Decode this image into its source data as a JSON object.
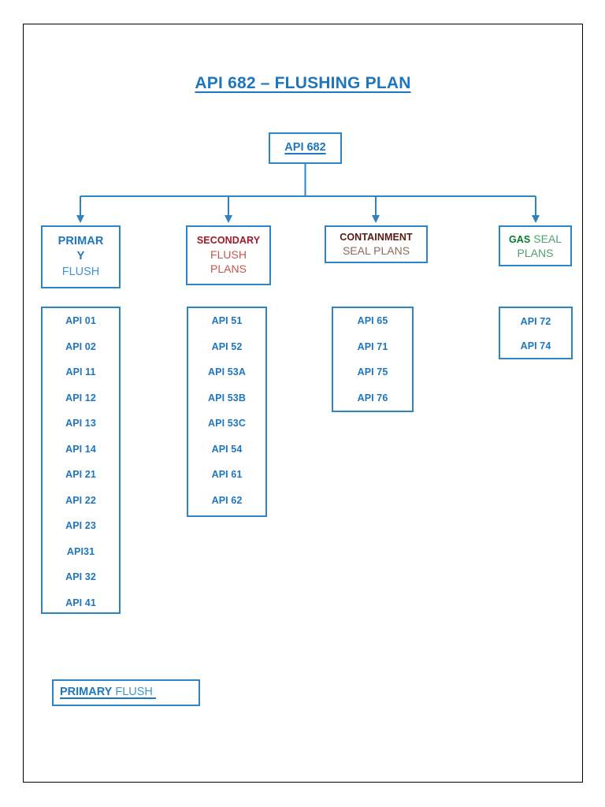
{
  "document": {
    "title": "API 682 – FLUSHING PLAN",
    "border_color": "#000000"
  },
  "theme": {
    "box_border": "#2E83C4",
    "connector": "#2E83C4",
    "blue_bold": "#1F76BC",
    "blue_light": "#3E93D2",
    "red_bold": "#A0192B",
    "red_light": "#C4564F",
    "brown_bold": "#5B1A12",
    "brown_light": "#8A6B5E",
    "green_bold": "#047A2C",
    "green_light": "#53A06C"
  },
  "root": {
    "label": "API 682"
  },
  "categories": [
    {
      "id": "primary",
      "header_strong": "PRIMAR",
      "header_strong_line2": "Y",
      "header_light": "FLUSH",
      "accent_strong": "#1F76BC",
      "accent_light": "#3E93D2",
      "plans": [
        "API 01",
        "API 02",
        "API 11",
        "API 12",
        "API 13",
        "API 14",
        "API 21",
        "API 22",
        "API 23",
        "API31",
        "API 32",
        "API 41"
      ]
    },
    {
      "id": "secondary",
      "header_strong": "SECONDARY",
      "header_light_line1": "FLUSH",
      "header_light_line2": "PLANS",
      "accent_strong": "#A0192B",
      "accent_light": "#C4564F",
      "plans": [
        "API 51",
        "API 52",
        "API 53A",
        "API 53B",
        "API 53C",
        "API 54",
        "API 61",
        "API 62"
      ]
    },
    {
      "id": "containment",
      "header_strong": "CONTAINMENT",
      "header_light": "SEAL PLANS",
      "accent_strong": "#5B1A12",
      "accent_light": "#8A6B5E",
      "plans": [
        "API 65",
        "API 71",
        "API 75",
        "API 76"
      ]
    },
    {
      "id": "gas",
      "header_strong": "GAS",
      "header_light_line1": " SEAL",
      "header_light_line2": "PLANS",
      "accent_strong": "#047A2C",
      "accent_light": "#53A06C",
      "plans": [
        "API 72",
        "API 74"
      ]
    }
  ],
  "legend": {
    "strong": "PRIMARY",
    "light": " FLUSH "
  }
}
